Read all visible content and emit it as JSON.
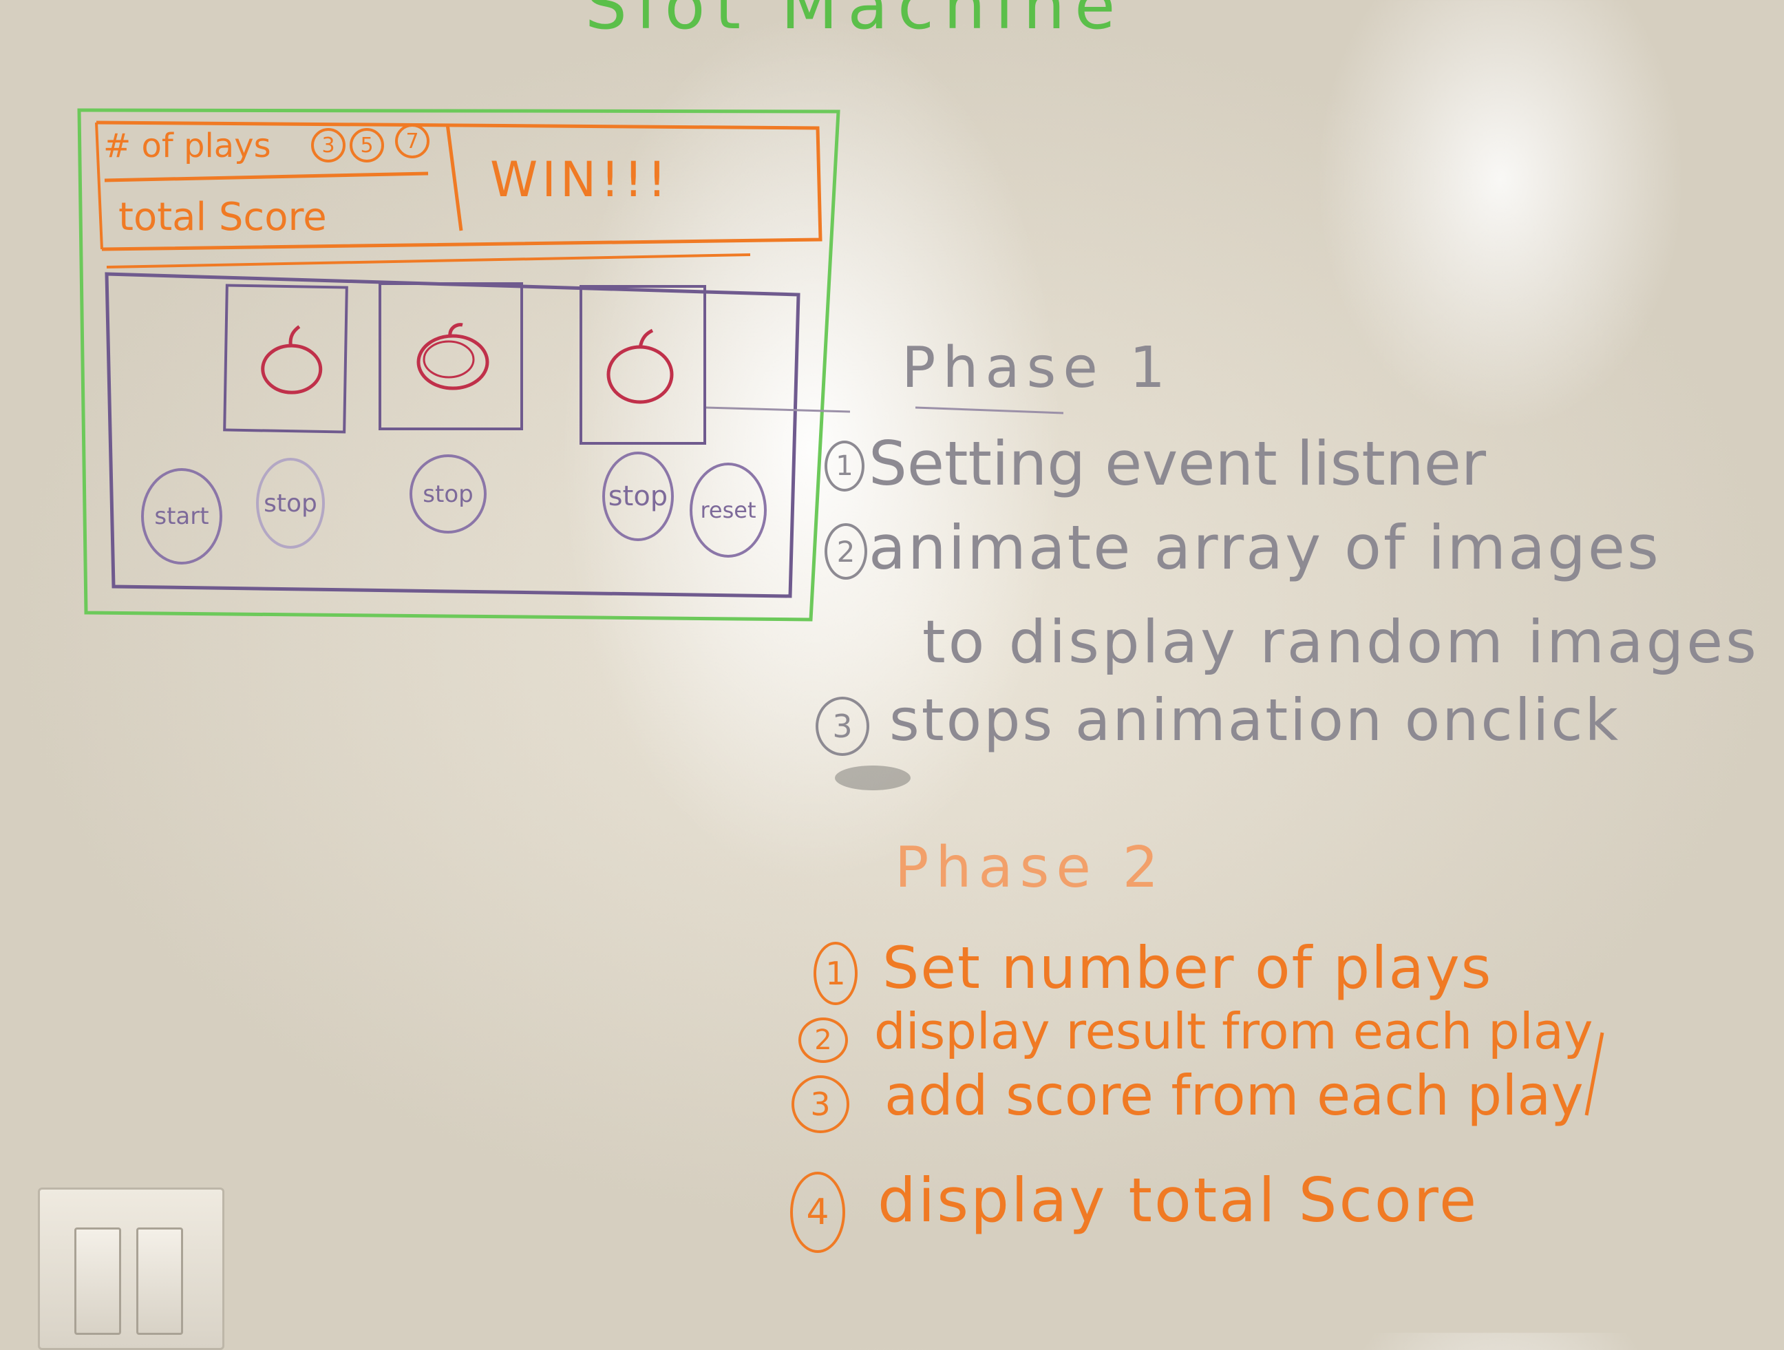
{
  "title": "Slot Machine",
  "sketch": {
    "plays_label": "# of plays",
    "play_options": [
      "3",
      "5",
      "7"
    ],
    "score_label": "total Score",
    "win_text": "WIN!!!",
    "buttons": {
      "start": "start",
      "stop1": "stop",
      "stop2": "stop",
      "stop3": "stop",
      "reset": "reset"
    },
    "reel_icon": "apple-icon"
  },
  "phase1": {
    "heading": "Phase 1",
    "items": [
      {
        "num": "1",
        "text": "Setting event listner"
      },
      {
        "num": "2",
        "text": "animate array of images"
      },
      {
        "num": "",
        "text": "to display random images"
      },
      {
        "num": "3",
        "text": "stops animation onclick"
      }
    ]
  },
  "phase2": {
    "heading": "Phase 2",
    "items": [
      {
        "num": "1",
        "text": "Set number of plays"
      },
      {
        "num": "2",
        "text": "display result from each play"
      },
      {
        "num": "3",
        "text": "add score from each play"
      },
      {
        "num": "4",
        "text": "display total Score"
      }
    ]
  },
  "colors": {
    "green": "#5bbf4a",
    "orange": "#f07a24",
    "purple": "#7d6a9a",
    "red": "#c0304a"
  }
}
